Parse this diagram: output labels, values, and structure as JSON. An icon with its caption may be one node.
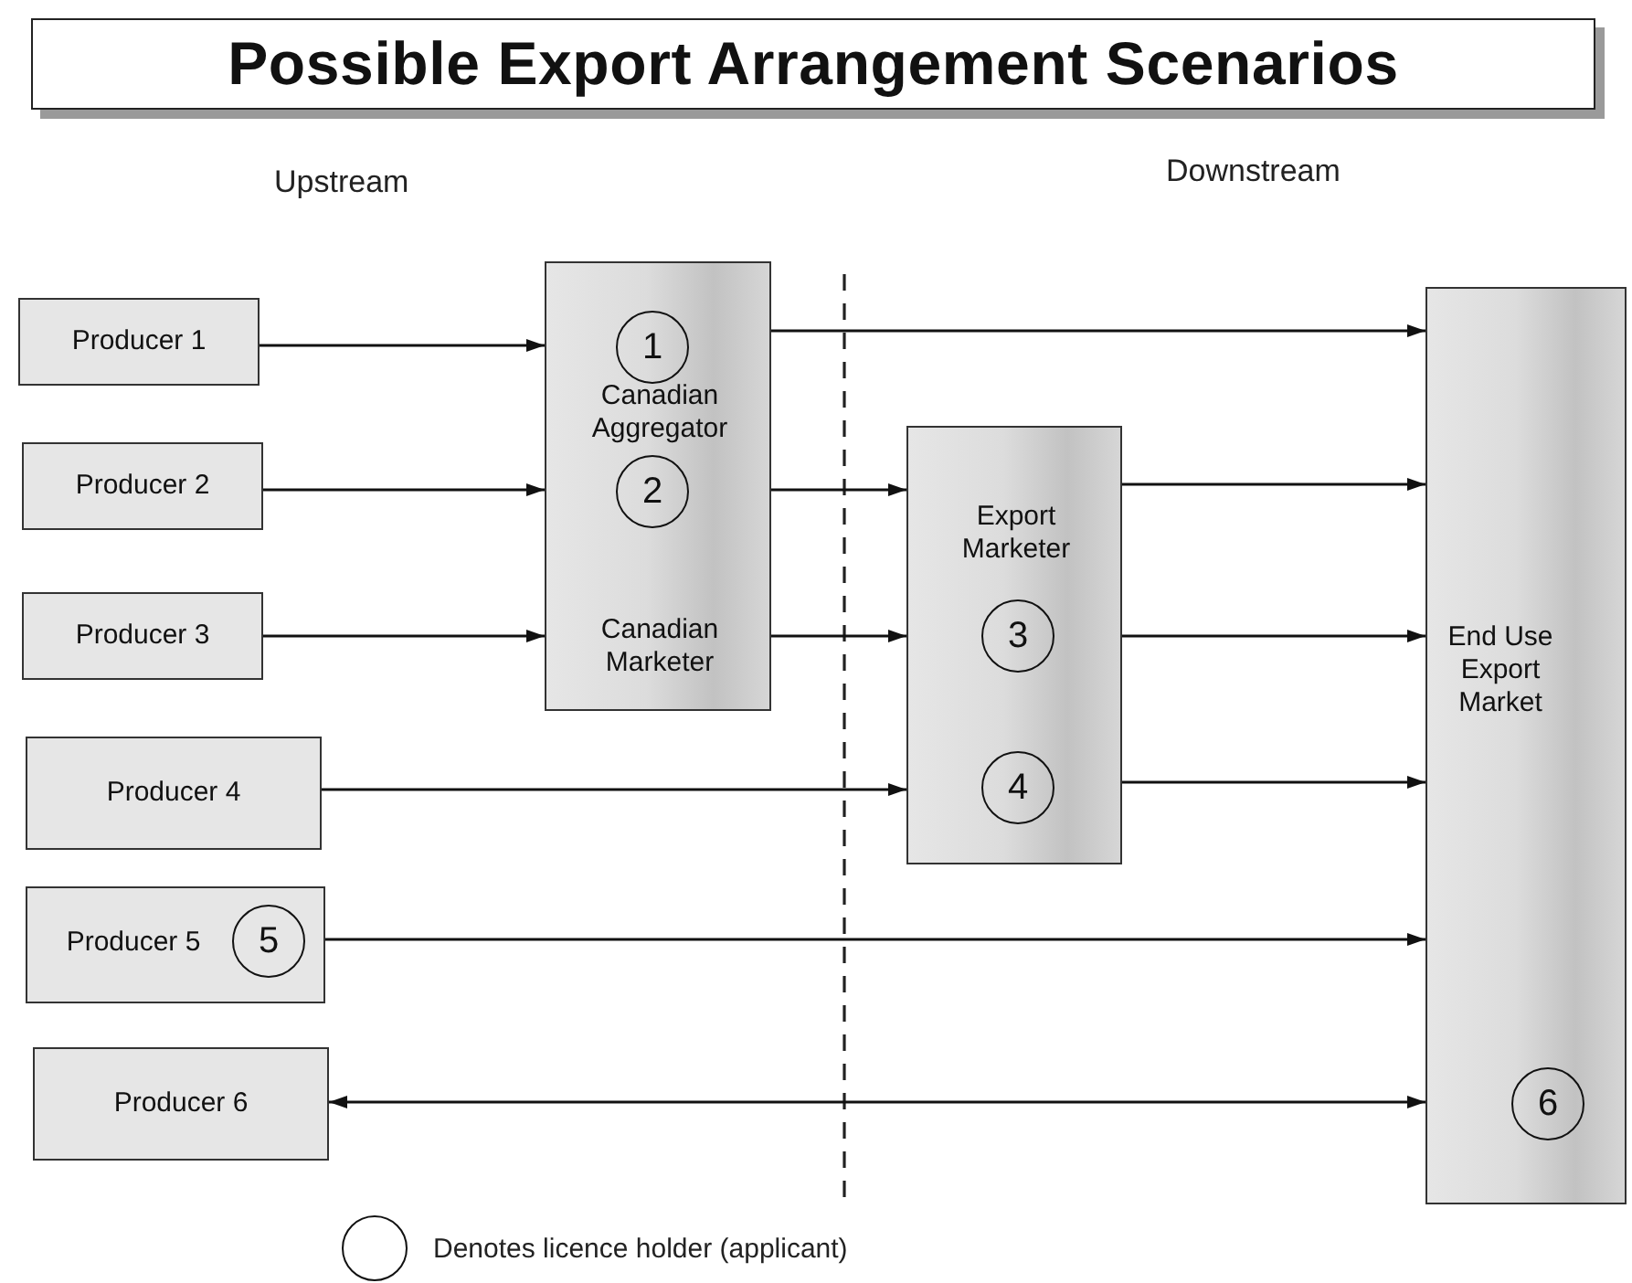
{
  "diagram": {
    "title": "Possible Export Arrangement Scenarios",
    "nodes": [
      {
        "text": [
          "Producer 1"
        ]
      },
      {
        "text": [
          "Producer 2"
        ]
      },
      {
        "text": [
          "Producer 3"
        ]
      },
      {
        "text": [
          "Producer 4"
        ]
      },
      {
        "text": [
          "Producer 5"
        ]
      },
      {
        "text": [
          "5"
        ],
        "in": 4
      },
      {
        "text": [
          "Producer 6"
        ]
      },
      {
        "text": [
          "Canadian Aggregator",
          "Canadian Marketer"
        ]
      },
      {
        "text": [
          "1"
        ],
        "in": 7
      },
      {
        "text": [
          "2"
        ],
        "in": 7
      },
      {
        "text": [
          "Export Marketer"
        ]
      },
      {
        "text": [
          "3"
        ],
        "in": 10
      },
      {
        "text": [
          "4"
        ],
        "in": 10
      },
      {
        "text": [
          "End Use Export Market"
        ]
      },
      {
        "text": [
          "6"
        ],
        "in": 13
      }
    ],
    "edges": [
      {
        "from": 0,
        "to": 7,
        "arrow": "to"
      },
      {
        "from": 1,
        "to": 7,
        "arrow": "to"
      },
      {
        "from": 2,
        "to": 7,
        "arrow": "to"
      },
      {
        "from": 7,
        "to": 13,
        "arrow": "to"
      },
      {
        "from": 7,
        "to": 10,
        "arrow": "to"
      },
      {
        "from": 7,
        "to": 10,
        "arrow": "to"
      },
      {
        "from": 3,
        "to": 10,
        "arrow": "to"
      },
      {
        "from": 10,
        "to": 13,
        "arrow": "to"
      },
      {
        "from": 10,
        "to": 13,
        "arrow": "to"
      },
      {
        "from": 10,
        "to": 13,
        "arrow": "to"
      },
      {
        "from": 4,
        "to": 13,
        "arrow": "to"
      },
      {
        "from": 6,
        "to": 13,
        "arrow": "both"
      }
    ],
    "labels": [
      "Upstream",
      "Downstream"
    ],
    "legend": [
      {
        "text": "Denotes licence holder (applicant)"
      }
    ]
  }
}
